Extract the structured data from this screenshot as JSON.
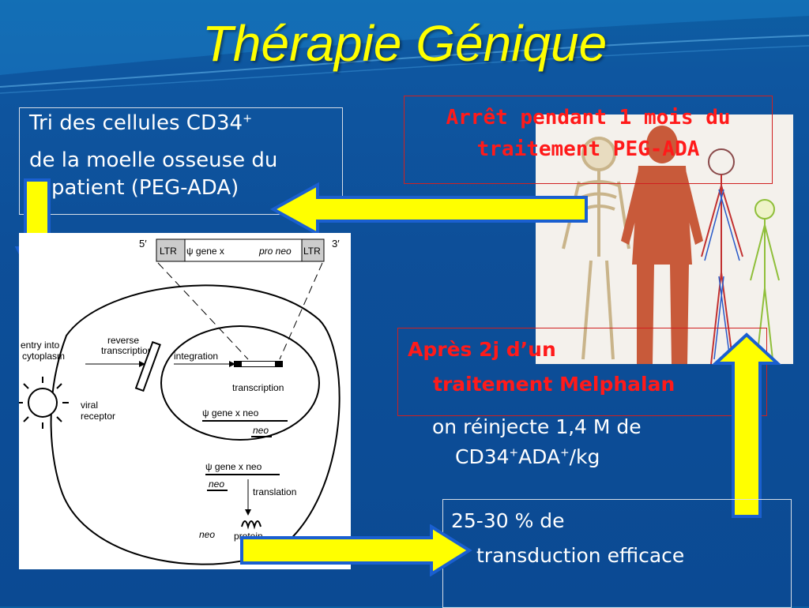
{
  "title": "Thérapie Génique",
  "box_sort": {
    "line1": "Tri des cellules CD34",
    "line1_sup": "+",
    "line2": "de la moelle osseuse du",
    "line3": "patient (PEG-ADA)"
  },
  "box_stop": {
    "line1": "Arrêt pendant 1 mois du",
    "line2": "traitement PEG-ADA"
  },
  "box_after": {
    "line1": "Après 2j d’un",
    "line2": "traitement Melphalan"
  },
  "reinject": {
    "line1": "on réinjecte 1,4 M de",
    "part1": "CD34",
    "sup1": "+",
    "part2": "ADA",
    "sup2": "+",
    "part3": "/kg"
  },
  "box_result": {
    "line1": "25-30 % de",
    "line2": "transduction efficace"
  },
  "diagram": {
    "five_prime": "5′",
    "three_prime": "3′",
    "ltr_left": "LTR",
    "psi_gene": "ψ gene x",
    "pro_neo": "pro neo",
    "ltr_right": "LTR",
    "entry": [
      "entry into",
      "cytoplasm"
    ],
    "reverse": [
      "reverse",
      "transcription"
    ],
    "integration": "integration",
    "transcription": "transcription",
    "gene_neo1": "ψ  gene x  neo",
    "neo1": "neo",
    "viral": [
      "viral",
      "receptor"
    ],
    "gene_neo2": "ψ  gene x  neo",
    "neo2": "neo",
    "translation": "translation",
    "neo_label": "neo",
    "protein": "protein"
  },
  "colors": {
    "arrow_fill": "#ffff00",
    "arrow_edge": "#1a5fd0",
    "red_text": "#ff1a1a",
    "title": "#ffff00"
  }
}
